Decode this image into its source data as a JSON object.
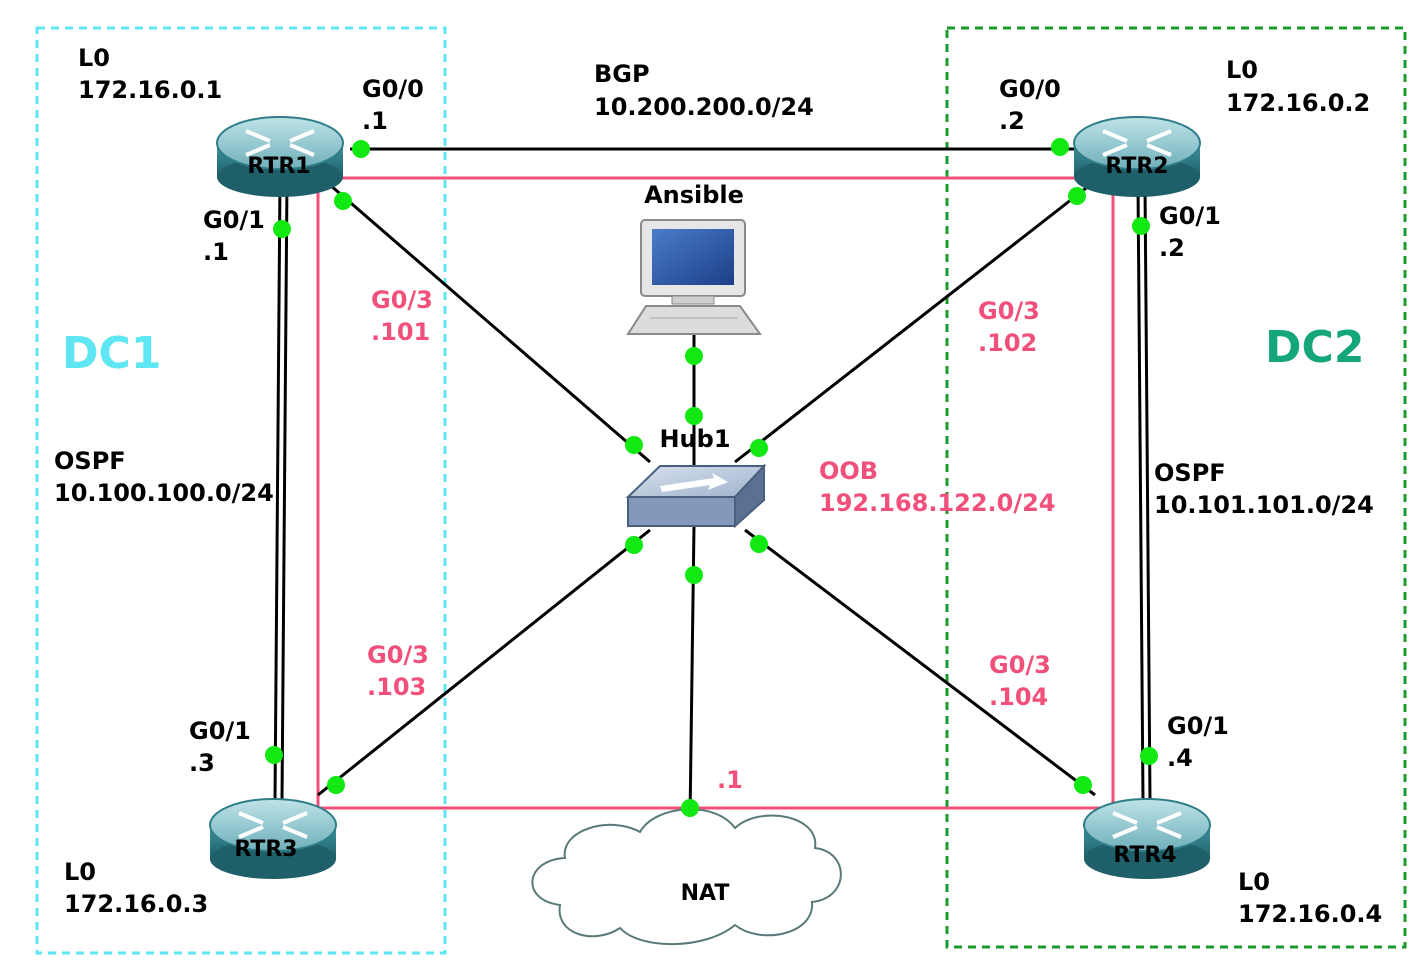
{
  "zones": {
    "dc1": {
      "label": "DC1",
      "color": "#5ee6f2"
    },
    "dc2": {
      "label": "DC2",
      "color": "#15a57a"
    }
  },
  "devices": {
    "rtr1": {
      "name": "RTR1",
      "loopback": "L0",
      "loopback_ip": "172.16.0.1"
    },
    "rtr2": {
      "name": "RTR2",
      "loopback": "L0",
      "loopback_ip": "172.16.0.2"
    },
    "rtr3": {
      "name": "RTR3",
      "loopback": "L0",
      "loopback_ip": "172.16.0.3"
    },
    "rtr4": {
      "name": "RTR4",
      "loopback": "L0",
      "loopback_ip": "172.16.0.4"
    },
    "hub": {
      "name": "Hub1"
    },
    "ansible": {
      "name": "Ansible"
    },
    "nat": {
      "name": "NAT",
      "ip": ".1"
    }
  },
  "links": {
    "bgp": {
      "protocol": "BGP",
      "subnet": "10.200.200.0/24",
      "rtr1_if": "G0/0",
      "rtr1_ip": ".1",
      "rtr2_if": "G0/0",
      "rtr2_ip": ".2"
    },
    "ospf_dc1": {
      "protocol": "OSPF",
      "subnet": "10.100.100.0/24",
      "rtr1_if": "G0/1",
      "rtr1_ip": ".1",
      "rtr3_if": "G0/1",
      "rtr3_ip": ".3"
    },
    "ospf_dc2": {
      "protocol": "OSPF",
      "subnet": "10.101.101.0/24",
      "rtr2_if": "G0/1",
      "rtr2_ip": ".2",
      "rtr4_if": "G0/1",
      "rtr4_ip": ".4"
    },
    "oob": {
      "protocol": "OOB",
      "subnet": "192.168.122.0/24",
      "color": "#f0507a",
      "rtr1_if": "G0/3",
      "rtr1_ip": ".101",
      "rtr2_if": "G0/3",
      "rtr2_ip": ".102",
      "rtr3_if": "G0/3",
      "rtr3_ip": ".103",
      "rtr4_if": "G0/3",
      "rtr4_ip": ".104"
    }
  },
  "icons": {
    "router": "router-icon",
    "hub": "hub-icon",
    "workstation": "workstation-icon",
    "cloud": "cloud-icon"
  },
  "colors": {
    "link_dot": "#12e812",
    "oob_line": "#f0507a",
    "router_body": "#2f7d88"
  }
}
